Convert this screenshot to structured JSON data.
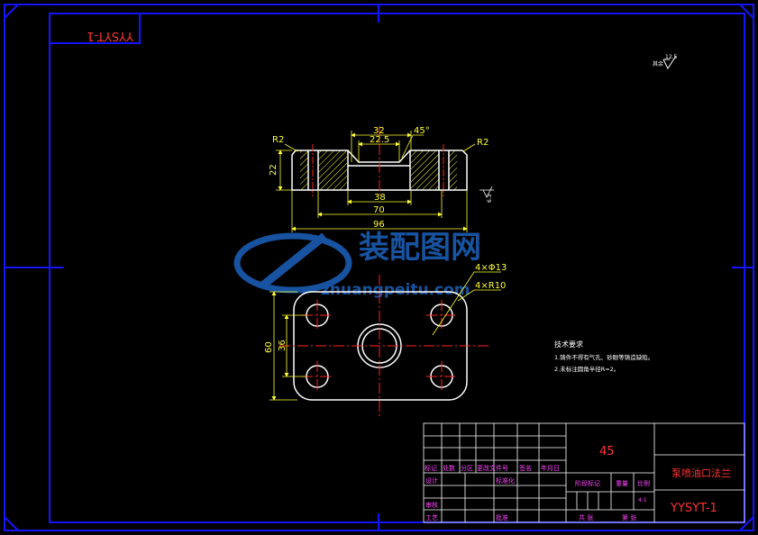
{
  "drawing_number_mirrored": "YYSYT-1",
  "drawing_number": "YYSYT-1",
  "part_name": "泵喷油口法兰",
  "material": "45",
  "scale_value": "4:1",
  "roughness_label": "其余",
  "roughness_value": "12.5",
  "section_roughness": "6.3",
  "watermark": {
    "brand": "装配图网",
    "url": "zhuangpeitu.com"
  },
  "dimensions": {
    "d32": "32",
    "d22_5": "22.5",
    "angle45": "45°",
    "r2_left": "R2",
    "r2_right": "R2",
    "h22": "22",
    "d38": "38",
    "d70": "70",
    "d96": "96",
    "holes": "4×Φ13",
    "radii": "4×R10",
    "h60": "60",
    "h36": "36"
  },
  "tech_requirements": {
    "title": "技术要求",
    "items": [
      "1.铸件不得有气孔、砂眼等铸造缺陷。",
      "2.未标注圆角半径R=2。"
    ]
  },
  "title_block": {
    "headers": [
      "标记",
      "处数",
      "分区",
      "更改文件号",
      "签名",
      "年月日"
    ],
    "design": "设计",
    "standardize": "标准化",
    "review": "审核",
    "process": "工艺",
    "approve": "批准",
    "stage_mark": "阶段标记",
    "weight": "重量",
    "scale": "比例",
    "sheets_total": "共 张",
    "sheet_no": "第 张"
  },
  "colors": {
    "frame": "#1414ff",
    "outline": "#ffffff",
    "dimension": "#ffff33",
    "centerline": "#ff2222",
    "hatch": "#ffff33",
    "title_text": "#ff44ff"
  }
}
